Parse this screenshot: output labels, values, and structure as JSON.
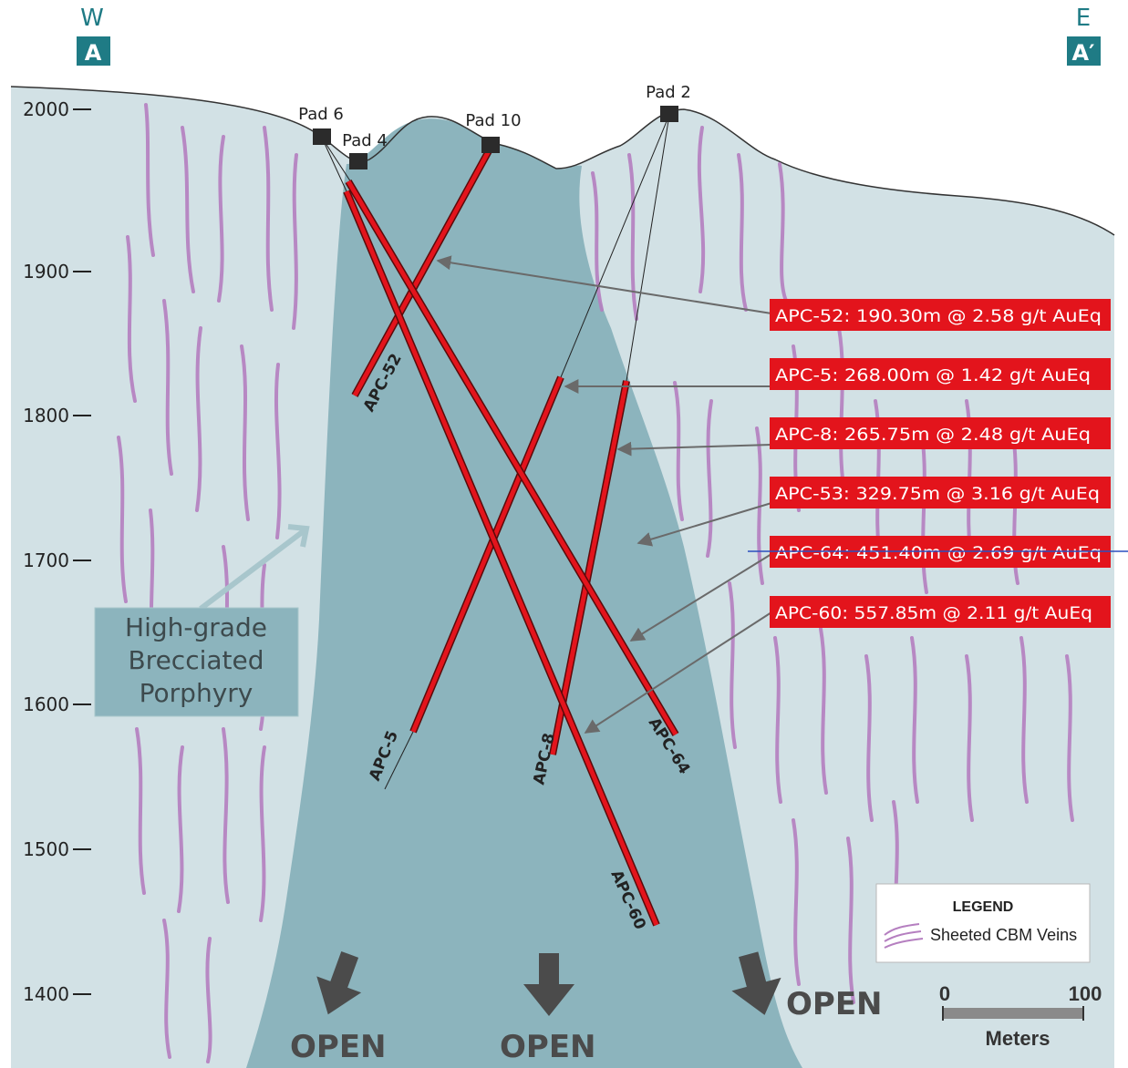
{
  "section": {
    "west": {
      "direction": "W",
      "label": "A"
    },
    "east": {
      "direction": "E",
      "label": "A′"
    }
  },
  "elevation_axis": {
    "ticks": [
      "2000",
      "1900",
      "1800",
      "1700",
      "1600",
      "1500",
      "1400"
    ]
  },
  "pads": {
    "pad6": "Pad 6",
    "pad4": "Pad 4",
    "pad10": "Pad 10",
    "pad2": "Pad 2"
  },
  "drillholes": {
    "apc52": "APC-52",
    "apc5": "APC-5",
    "apc8": "APC-8",
    "apc64": "APC-64",
    "apc60": "APC-60"
  },
  "intercepts": [
    "APC-52: 190.30m @ 2.58 g/t AuEq",
    "APC-5: 268.00m @ 1.42 g/t AuEq",
    "APC-8: 265.75m @ 2.48 g/t AuEq",
    "APC-53: 329.75m @ 3.16 g/t AuEq",
    "APC-64: 451.40m @ 2.69 g/t AuEq",
    "APC-60: 557.85m @ 2.11 g/t AuEq"
  ],
  "breccia_label": {
    "line1": "High-grade",
    "line2": "Brecciated",
    "line3": "Porphyry"
  },
  "open_labels": {
    "left": "OPEN",
    "center": "OPEN",
    "right": "OPEN"
  },
  "legend": {
    "title": "LEGEND",
    "item": "Sheeted CBM Veins"
  },
  "scale": {
    "start": "0",
    "end": "100",
    "unit": "Meters"
  },
  "colors": {
    "host_rock": "#d2e1e5",
    "breccia": "#8cb4bd",
    "drillhole": "#e3141c",
    "intercept_box": "#e3141c",
    "vein": "#b57fc0",
    "section_label": "#1f7b85"
  }
}
